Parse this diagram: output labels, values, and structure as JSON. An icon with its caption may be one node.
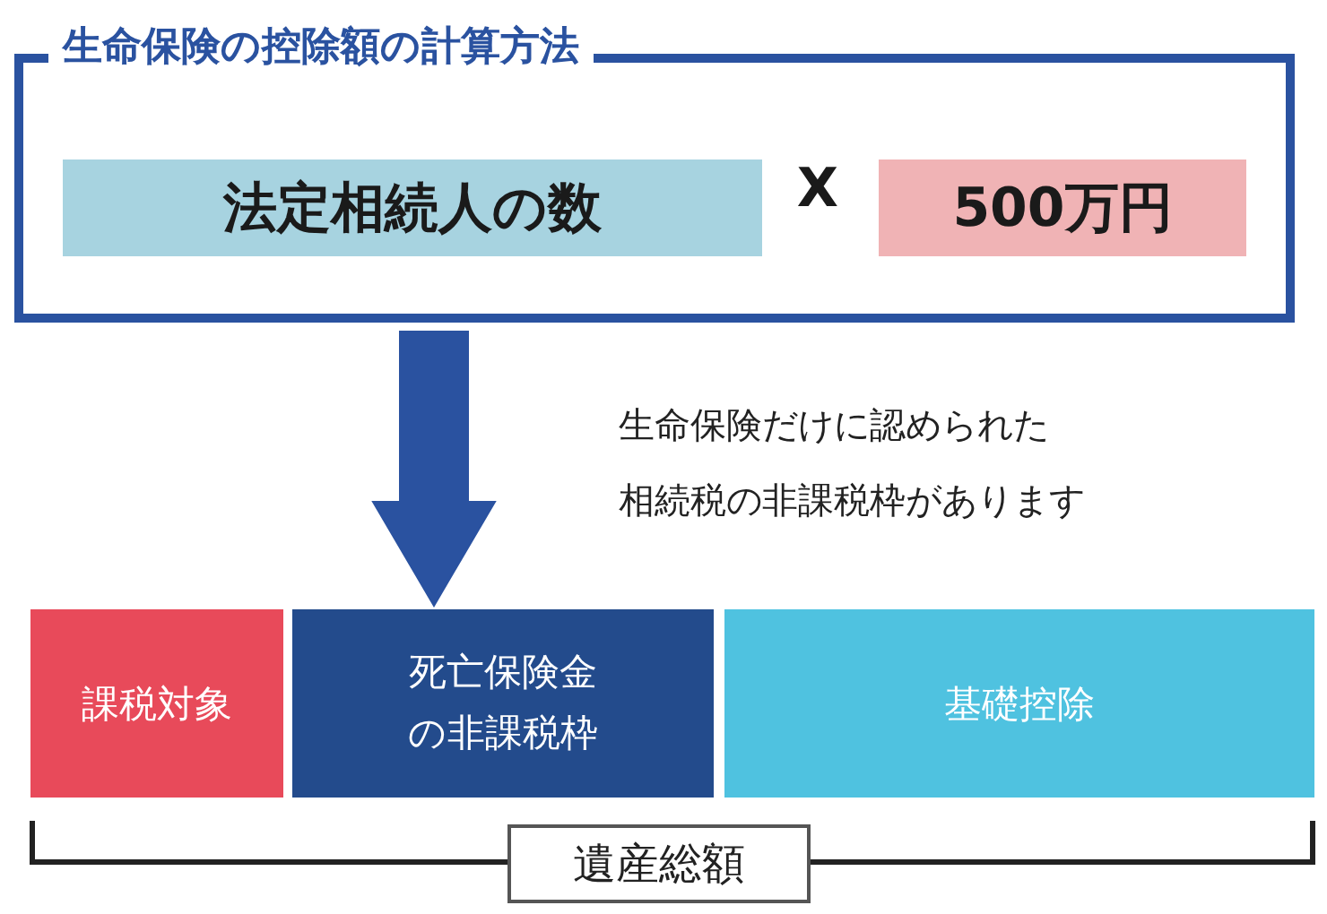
{
  "diagram": {
    "nodes": [
      {
        "text": [
          "生命保険の控除額の計算方法"
        ]
      },
      {
        "text": [
          "法定相続人の数"
        ],
        "in": 0
      },
      {
        "text": [
          "500万円"
        ],
        "in": 0
      },
      {
        "text": [
          "課税対象"
        ]
      },
      {
        "text": [
          "死亡保険金の非課税枠"
        ]
      },
      {
        "text": [
          "基礎控除"
        ]
      },
      {
        "text": [
          "遺産総額"
        ]
      }
    ],
    "edges": [
      {
        "from": 0,
        "to": 4,
        "arrow": "to",
        "style": "thick"
      }
    ],
    "labels": [
      "X",
      "生命保険だけに認められた",
      "相続税の非課税枠があります"
    ]
  }
}
